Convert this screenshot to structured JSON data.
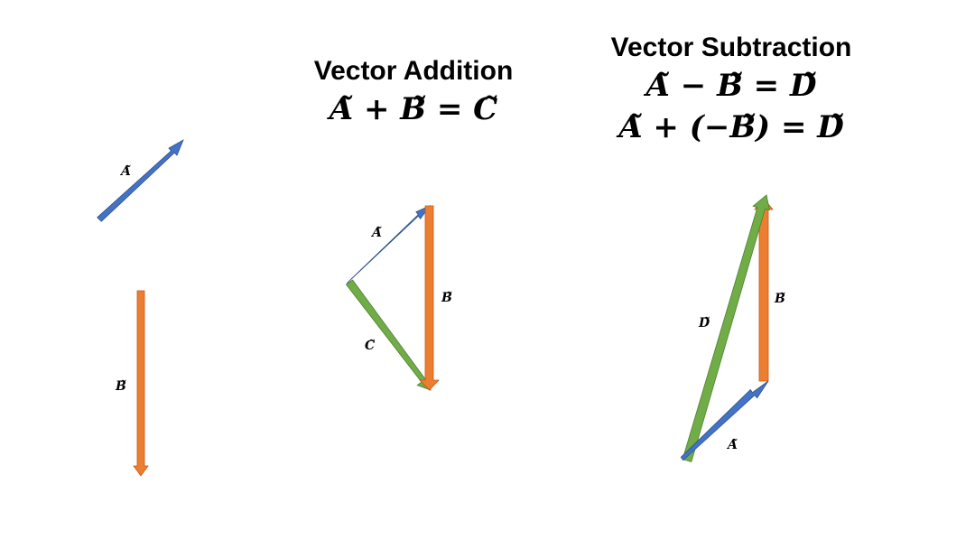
{
  "colors": {
    "vector_a": "#4472C4",
    "vector_b": "#ED7D31",
    "vector_result": "#70AD47",
    "outline": "#2F528F",
    "text": "#000000"
  },
  "addition": {
    "title": "Vector Addition",
    "equation": "𝑨̃ + 𝑩̃ = 𝑪̃"
  },
  "subtraction": {
    "title": "Vector Subtraction",
    "equation_1": "𝑨̃ − 𝑩̃ = 𝑫̃",
    "equation_2": "𝑨̃ + (−𝑩̃) = 𝑫̃"
  },
  "labels": {
    "a": "𝑨̃",
    "b": "𝑩̃",
    "c": "𝑪̃",
    "d": "𝑫̃"
  }
}
